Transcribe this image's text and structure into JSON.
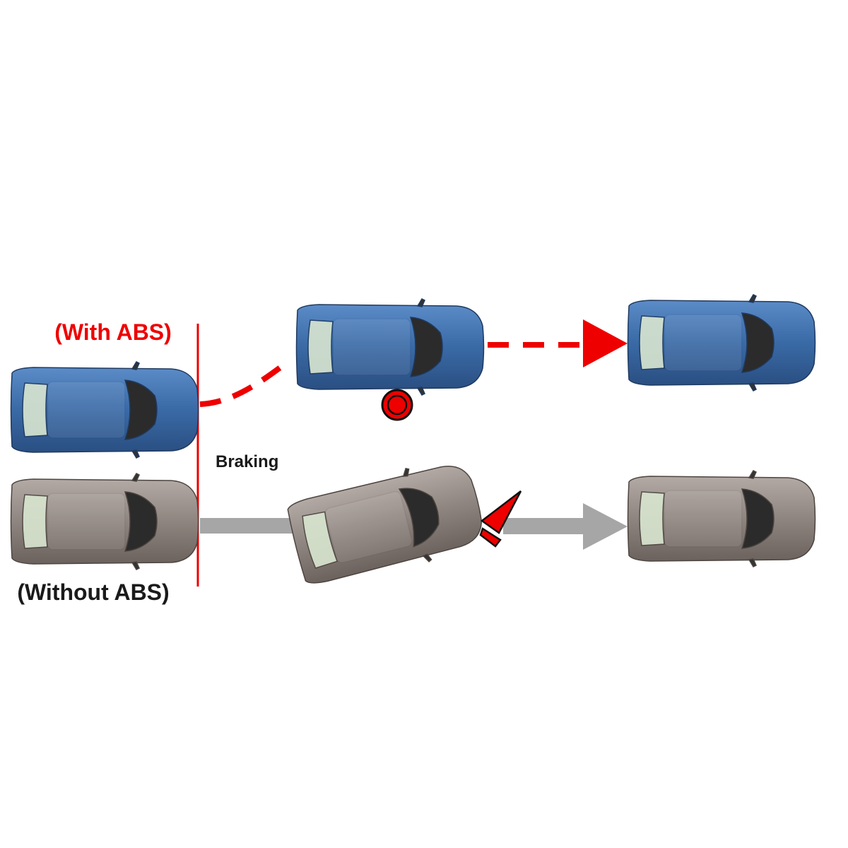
{
  "labels": {
    "with_abs": "(With ABS)",
    "without_abs": "(Without ABS)",
    "braking": "Braking"
  },
  "colors": {
    "accent_red": "#ee0000",
    "car_blue": "#3a6aa6",
    "car_gray": "#8f8580",
    "path_gray": "#a6a6a6"
  },
  "icons": [
    "obstacle-icon",
    "cone-icon"
  ]
}
